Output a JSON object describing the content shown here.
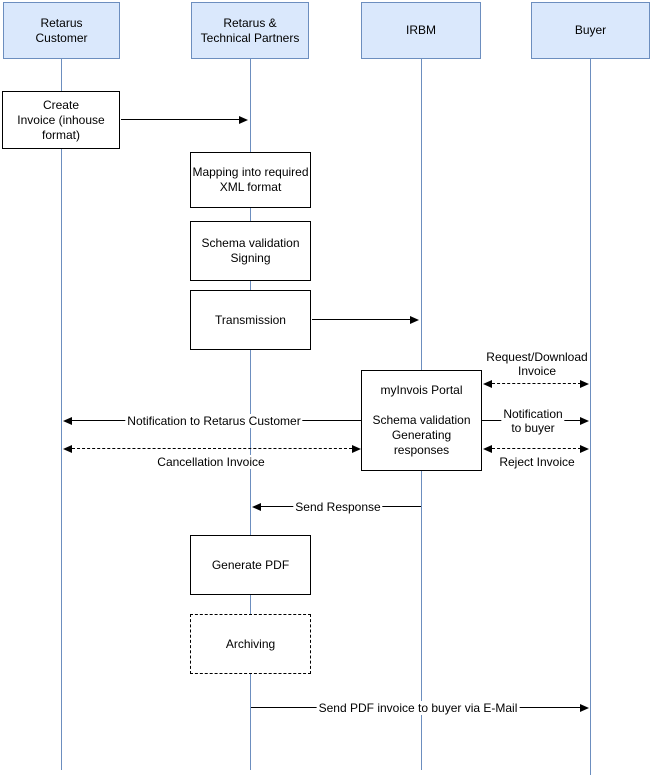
{
  "colors": {
    "actor_fill": "#dae8fc",
    "actor_border": "#6c8ebf",
    "lifeline": "#6c8ebf",
    "box_border": "#000000",
    "arrow": "#000000",
    "background": "#ffffff"
  },
  "actors": [
    {
      "label": "Retarus\nCustomer"
    },
    {
      "label": "Retarus &\nTechnical Partners"
    },
    {
      "label": "IRBM"
    },
    {
      "label": "Buyer"
    }
  ],
  "boxes": {
    "create_invoice": "Create\nInvoice (inhouse\nformat)",
    "mapping": "Mapping into required\nXML format",
    "schema_signing": "Schema validation\nSigning",
    "transmission": "Transmission",
    "myinvois": "myInvois Portal\n\nSchema validation\nGenerating\nresponses",
    "generate_pdf": "Generate PDF",
    "archiving": "Archiving"
  },
  "messages": {
    "request_download": "Request/Download\nInvoice",
    "notification_buyer": "Notification\nto buyer",
    "reject_invoice": "Reject Invoice",
    "notification_customer": "Notification to Retarus Customer",
    "cancellation": "Cancellation Invoice",
    "send_response": "Send Response",
    "send_pdf": "Send PDF invoice to buyer via E-Mail"
  }
}
